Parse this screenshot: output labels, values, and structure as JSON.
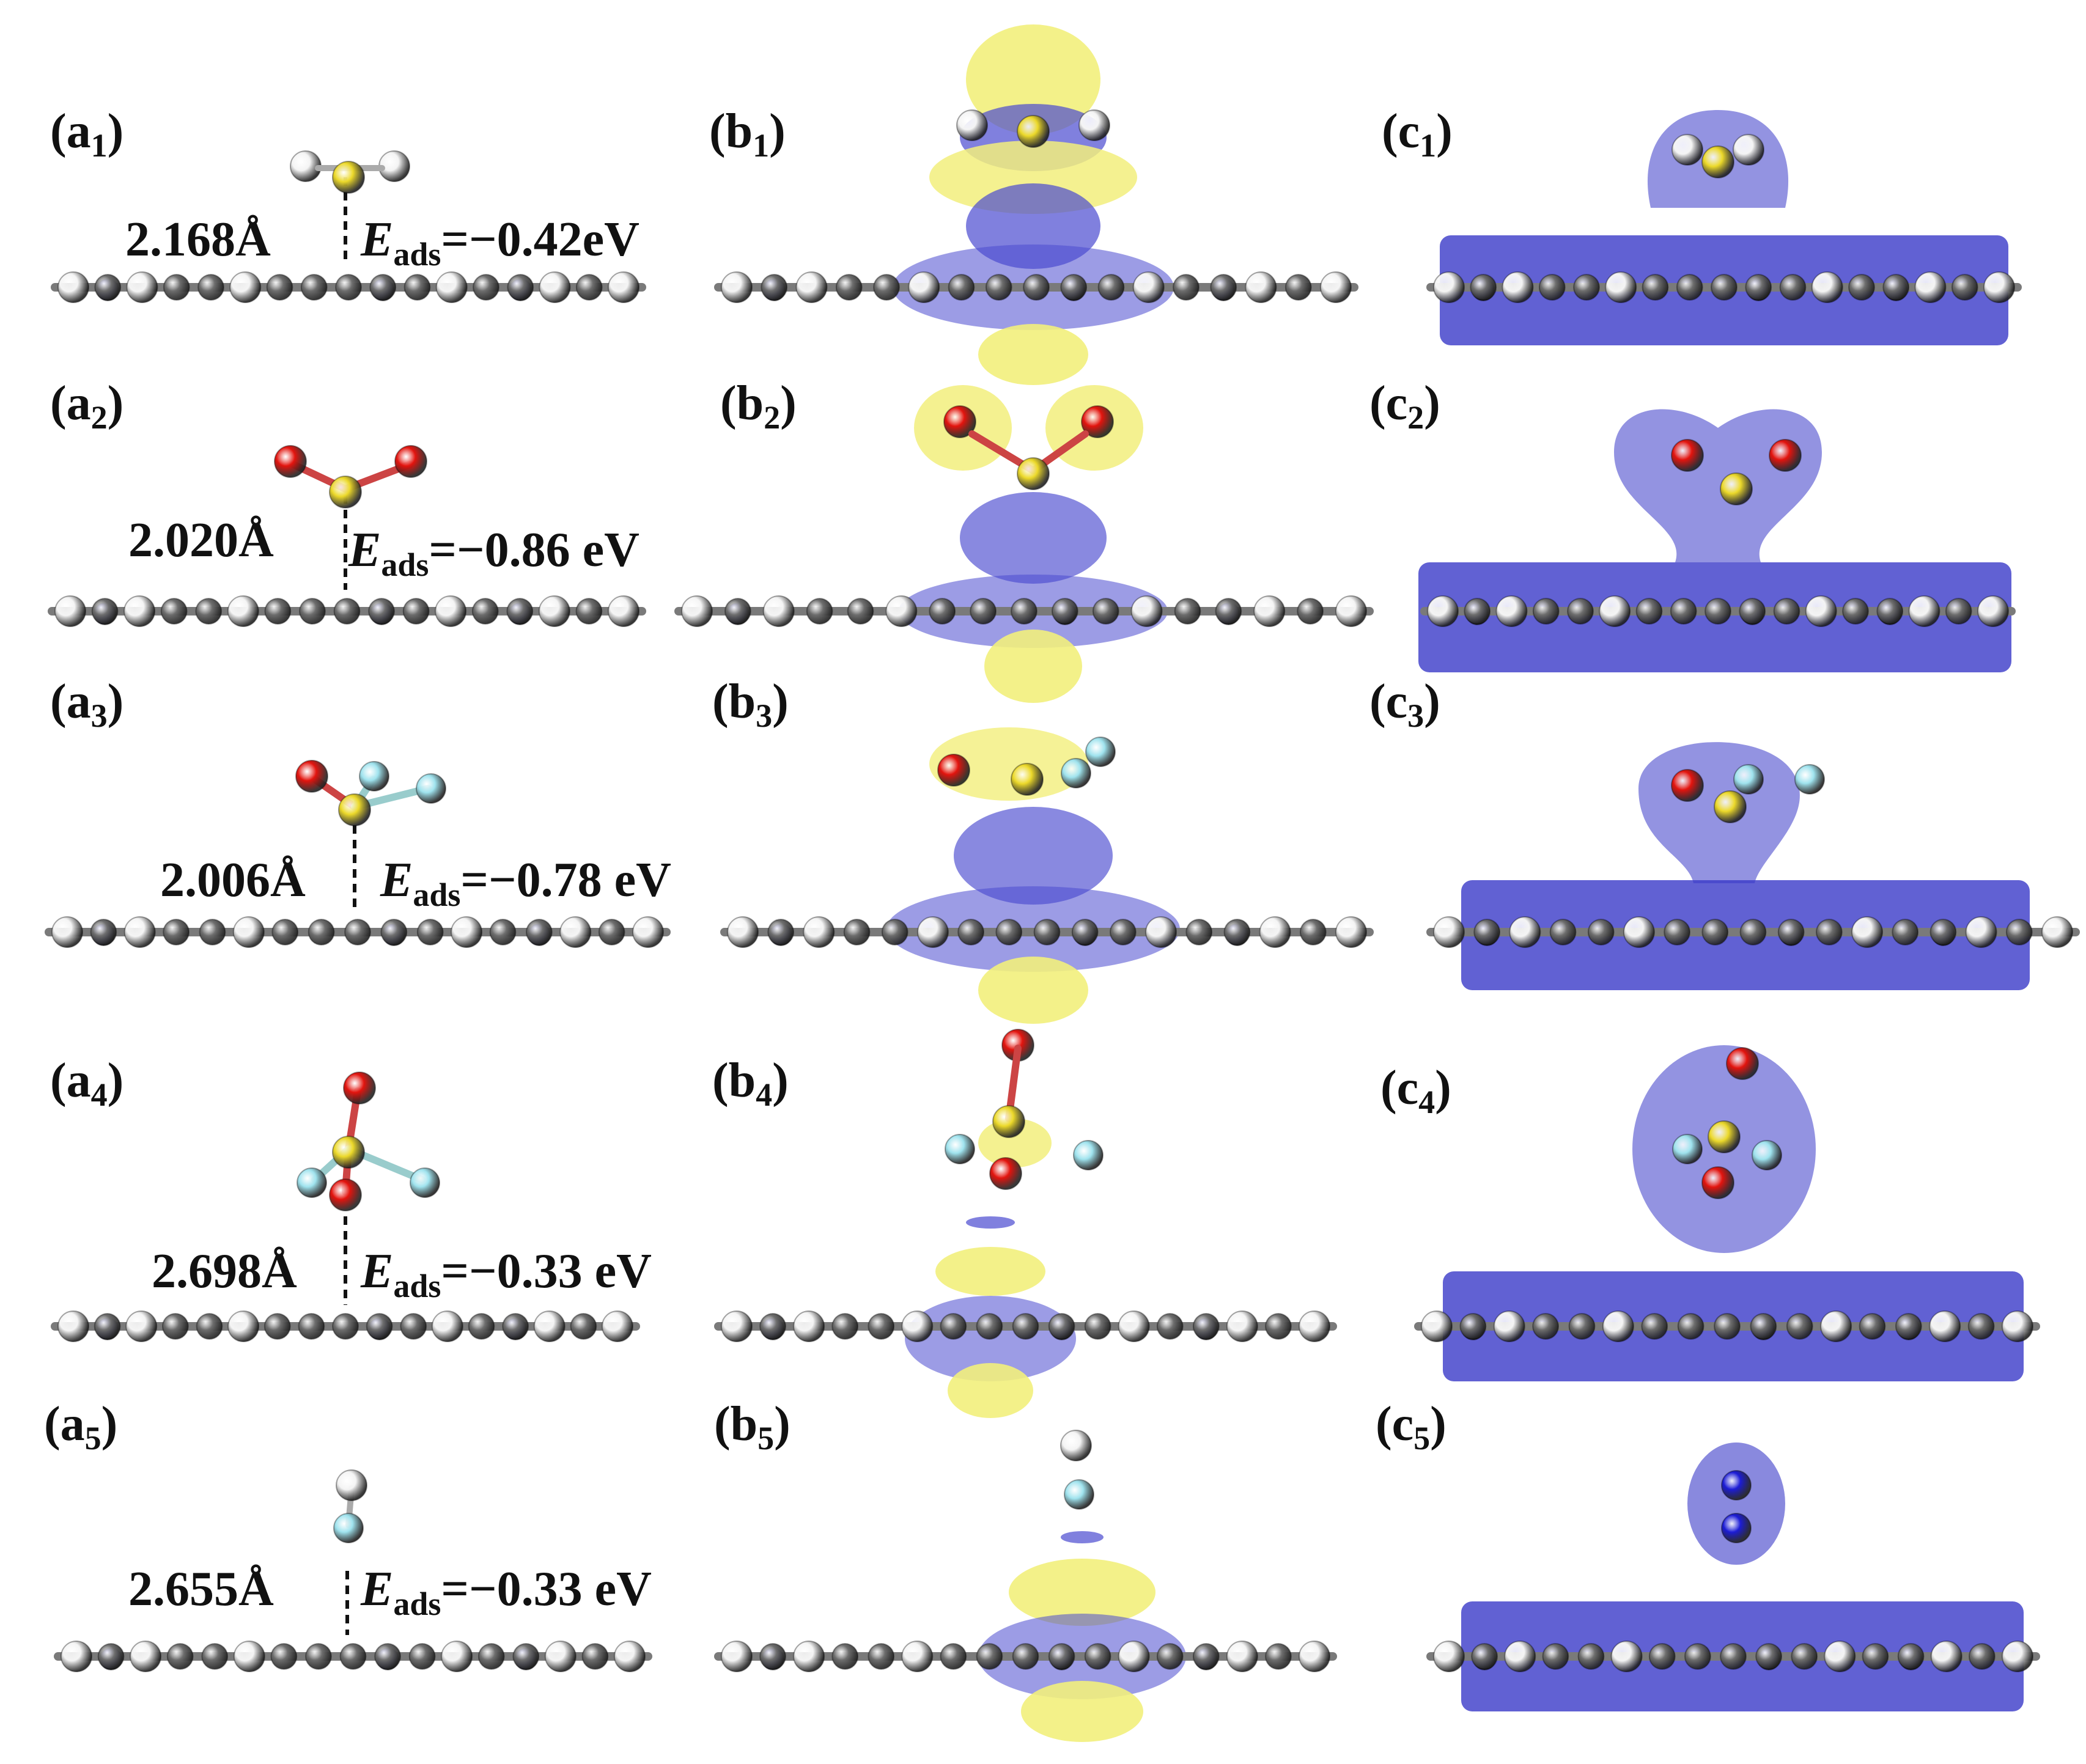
{
  "figure": {
    "panels": [
      {
        "a_label": "a",
        "b_label": "b",
        "c_label": "c",
        "index": "1",
        "distance": "2.168Å",
        "energy_symbol": "E",
        "energy_sub": "ads",
        "energy_value": "=−0.42eV",
        "molecule": "H2S"
      },
      {
        "a_label": "a",
        "b_label": "b",
        "c_label": "c",
        "index": "2",
        "distance": "2.020Å",
        "energy_symbol": "E",
        "energy_sub": "ads",
        "energy_value": "=−0.86 eV",
        "molecule": "SO2"
      },
      {
        "a_label": "a",
        "b_label": "b",
        "c_label": "c",
        "index": "3",
        "distance": "2.006Å",
        "energy_symbol": "E",
        "energy_sub": "ads",
        "energy_value": "=−0.78 eV",
        "molecule": "SOF2"
      },
      {
        "a_label": "a",
        "b_label": "b",
        "c_label": "c",
        "index": "4",
        "distance": "2.698Å",
        "energy_symbol": "E",
        "energy_sub": "ads",
        "energy_value": "=−0.33 eV",
        "molecule": "SO2F2"
      },
      {
        "a_label": "a",
        "b_label": "b",
        "c_label": "c",
        "index": "5",
        "distance": "2.655Å",
        "energy_symbol": "E",
        "energy_sub": "ads",
        "energy_value": "=−0.33 eV",
        "molecule": "HF"
      }
    ],
    "colors": {
      "carbon": "#6e6e6e",
      "hydrogen": "#f4f4f4",
      "nitrogen": "#1c1cd6",
      "sulfur": "#ecd92a",
      "oxygen": "#e3140e",
      "fluorine": "#9fe3ee",
      "accumulation": "#f2ef7c",
      "depletion": "#4a4ad0",
      "elf_surface": "#3a3ac8"
    }
  }
}
